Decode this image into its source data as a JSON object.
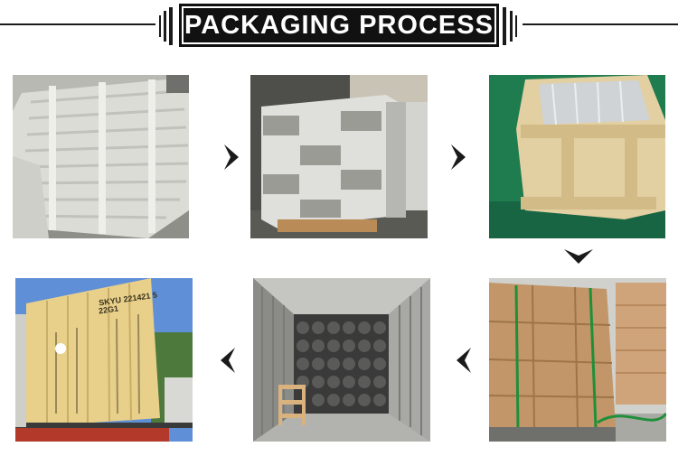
{
  "header": {
    "title": "PACKAGING PROCESS"
  },
  "steps": [
    {
      "name": "stacked white pipes",
      "icon": "photo-bundled-pipes"
    },
    {
      "name": "wrapped pallet block",
      "icon": "photo-pallet"
    },
    {
      "name": "wooden crate",
      "icon": "photo-crate"
    },
    {
      "name": "carton boxes",
      "icon": "photo-cartons"
    },
    {
      "name": "container interior loaded",
      "icon": "photo-container-interior"
    },
    {
      "name": "shipping container on truck",
      "icon": "photo-container-truck"
    }
  ],
  "container_markings": {
    "line1": "SKYU 221421 5",
    "line2": "22G1"
  },
  "colors": {
    "accent": "#111111",
    "arrow": "#1a1a1a",
    "container": "#e8cf8a"
  }
}
